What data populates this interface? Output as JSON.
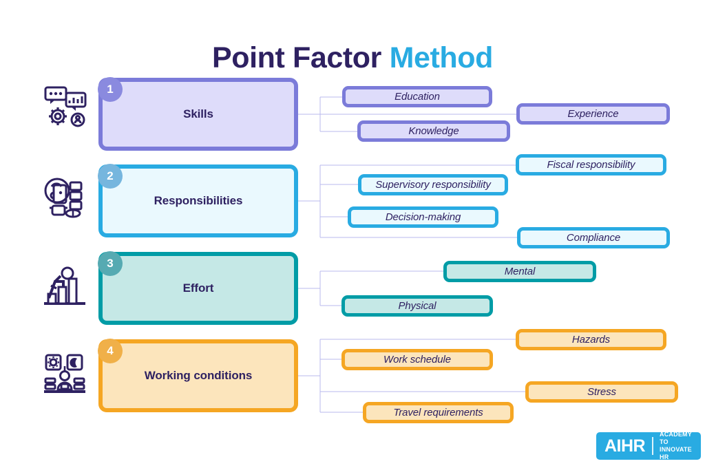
{
  "title": {
    "part1": "Point Factor ",
    "part2": "Method"
  },
  "colors": {
    "title_dark": "#2E2161",
    "title_accent": "#29ABE2",
    "connector": "#B9B9EE",
    "group1_border": "#7B7BD9",
    "group1_fill": "#DEDCFA",
    "group1_badge": "#8A8ADF",
    "group2_border": "#29ABE2",
    "group2_fill": "#EAF9FE",
    "group2_badge": "#76B6DE",
    "group3_border": "#009CA6",
    "group3_fill": "#C5E8E6",
    "group3_badge": "#56AAB2",
    "group4_border": "#F5A623",
    "group4_fill": "#FCE5BC",
    "group4_badge": "#F0B049"
  },
  "groups": [
    {
      "number": "1",
      "label": "Skills",
      "icon": "skills-gear-chart-icon",
      "factors": [
        {
          "label": "Education"
        },
        {
          "label": "Experience"
        },
        {
          "label": "Knowledge"
        }
      ]
    },
    {
      "number": "2",
      "label": "Responsibilities",
      "icon": "responsibilities-person-checklist-icon",
      "factors": [
        {
          "label": "Fiscal responsibility"
        },
        {
          "label": "Supervisory responsibility"
        },
        {
          "label": "Decision-making"
        },
        {
          "label": "Compliance"
        }
      ]
    },
    {
      "number": "3",
      "label": "Effort",
      "icon": "effort-person-barchart-icon",
      "factors": [
        {
          "label": "Mental"
        },
        {
          "label": "Physical"
        }
      ]
    },
    {
      "number": "4",
      "label": "Working conditions",
      "icon": "working-conditions-desk-sun-moon-icon",
      "factors": [
        {
          "label": "Hazards"
        },
        {
          "label": "Work schedule"
        },
        {
          "label": "Stress"
        },
        {
          "label": "Travel requirements"
        }
      ]
    }
  ],
  "logo": {
    "mark": "AIHR",
    "tagline_line1": "ACADEMY TO",
    "tagline_line2": "INNOVATE HR"
  }
}
